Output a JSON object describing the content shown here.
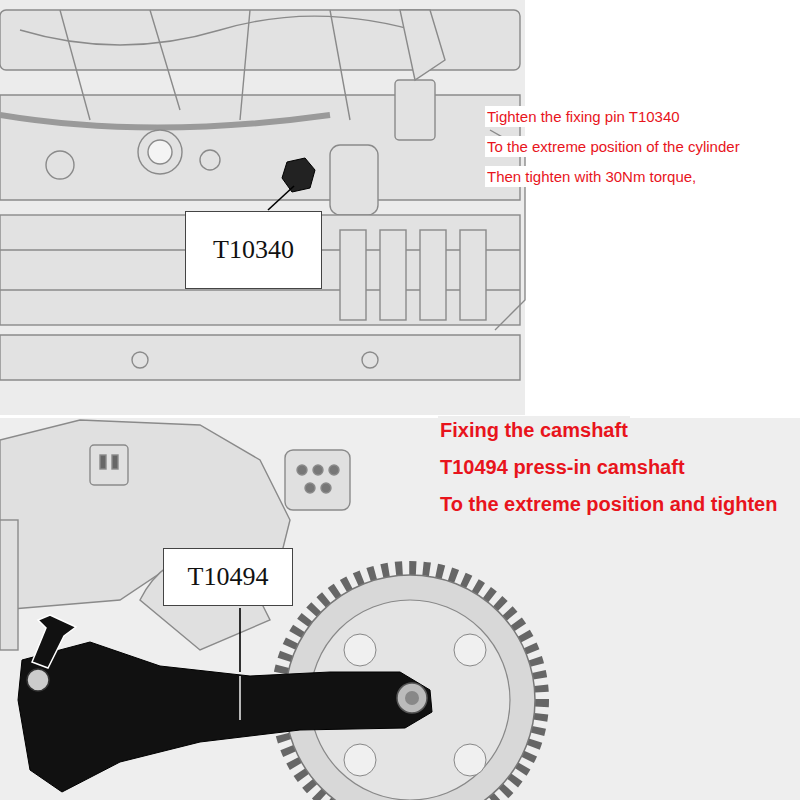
{
  "diagram": {
    "nodes": [
      {
        "text": [
          "T10340"
        ]
      },
      {
        "text": [
          "T10494"
        ]
      }
    ],
    "labels": [
      "Tighten the fixing pin T10340",
      "To the extreme position of the cylinder",
      "Then tighten with 30Nm torque,",
      "Fixing the camshaft",
      "T10494 press-in camshaft",
      "To the extreme position and tighten"
    ]
  }
}
